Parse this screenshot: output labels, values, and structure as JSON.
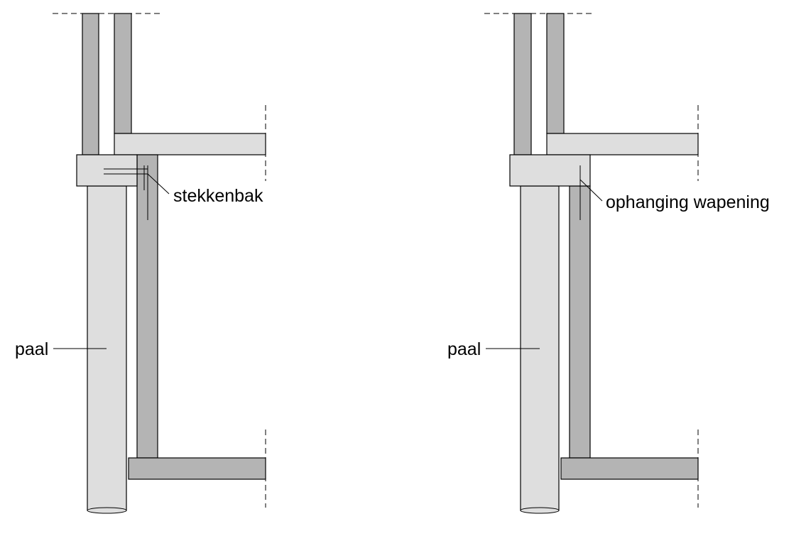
{
  "panels": [
    {
      "id": "left",
      "labels": {
        "pile": "paal",
        "detail": "stekkenbak"
      }
    },
    {
      "id": "right",
      "labels": {
        "pile": "paal",
        "detail": "ophanging wapening"
      }
    }
  ],
  "colors": {
    "pile_fill": "#dedede",
    "wall_fill": "#b4b4b4",
    "line": "#000000"
  }
}
